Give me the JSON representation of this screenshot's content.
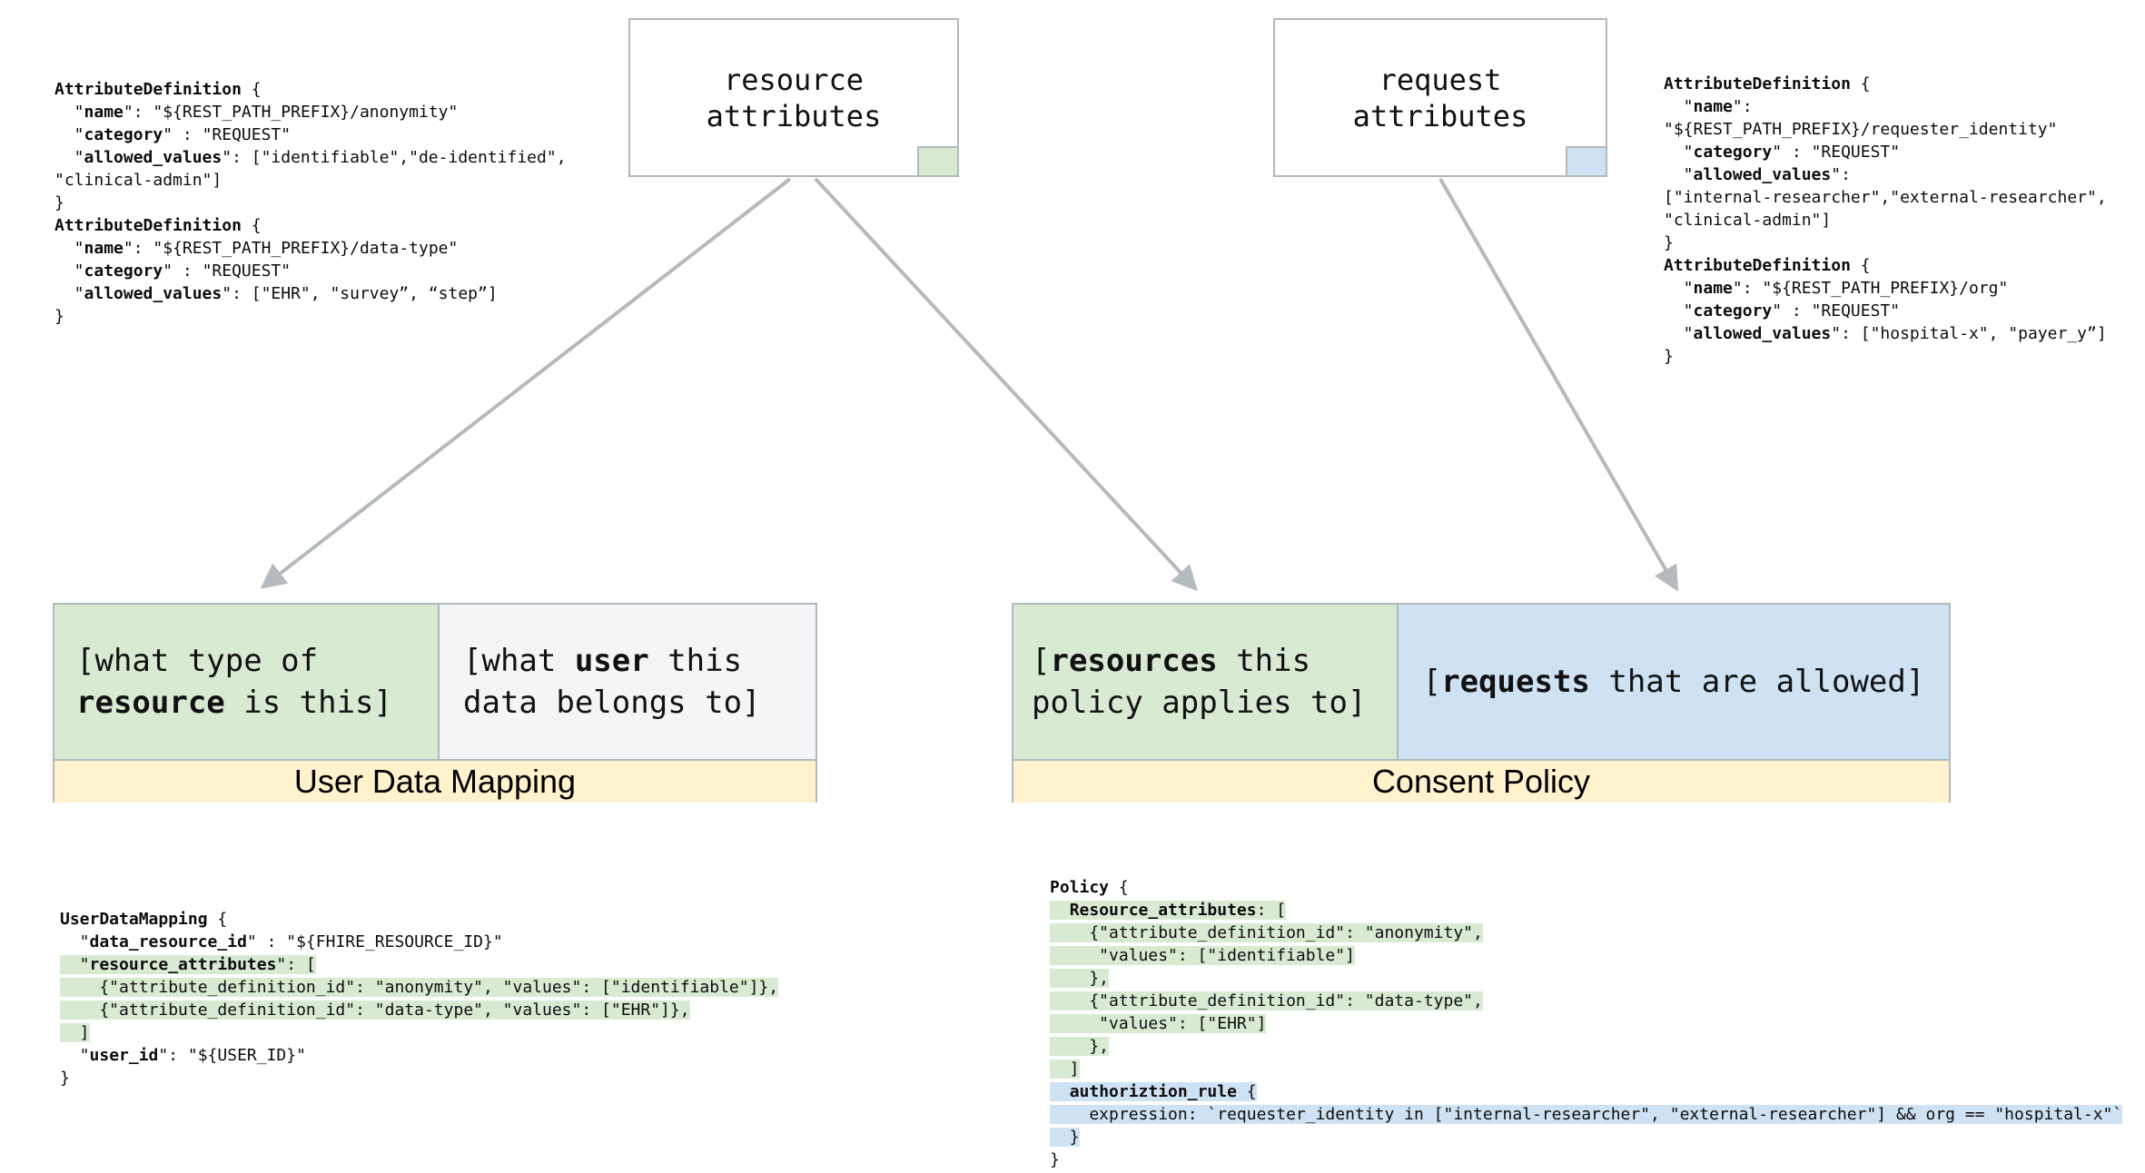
{
  "colors": {
    "green_fill": "#d9ead3",
    "blue_fill": "#cfe2f3",
    "yellow_fill": "#fff2cc",
    "gray_fill": "#f3f5f7",
    "border_gray": "#b3b9bd",
    "arrow_gray": "#b5babe"
  },
  "resource_box": {
    "label": "resource\nattributes"
  },
  "request_box": {
    "label": "request\nattributes"
  },
  "code_top_left": {
    "lines": [
      {
        "seg": [
          {
            "t": "AttributeDefinition",
            "b": true
          },
          {
            "t": " {"
          }
        ]
      },
      {
        "seg": [
          {
            "t": "  \""
          },
          {
            "t": "name",
            "b": true
          },
          {
            "t": "\": \"${REST_PATH_PREFIX}/anonymity\""
          }
        ]
      },
      {
        "seg": [
          {
            "t": "  \""
          },
          {
            "t": "category",
            "b": true
          },
          {
            "t": "\" : \"REQUEST\""
          }
        ]
      },
      {
        "seg": [
          {
            "t": "  \""
          },
          {
            "t": "allowed_values",
            "b": true
          },
          {
            "t": "\": [\"identifiable\",\"de-identified\","
          }
        ]
      },
      {
        "seg": [
          {
            "t": "\"clinical-admin\"]"
          }
        ]
      },
      {
        "seg": [
          {
            "t": "}"
          }
        ]
      },
      {
        "seg": [
          {
            "t": "AttributeDefinition",
            "b": true
          },
          {
            "t": " {"
          }
        ]
      },
      {
        "seg": [
          {
            "t": "  \""
          },
          {
            "t": "name",
            "b": true
          },
          {
            "t": "\": \"${REST_PATH_PREFIX}/data-type\""
          }
        ]
      },
      {
        "seg": [
          {
            "t": "  \""
          },
          {
            "t": "category",
            "b": true
          },
          {
            "t": "\" : \"REQUEST\""
          }
        ]
      },
      {
        "seg": [
          {
            "t": "  \""
          },
          {
            "t": "allowed_values",
            "b": true
          },
          {
            "t": "\": [\"EHR\", \"survey”, “step”]"
          }
        ]
      },
      {
        "seg": [
          {
            "t": "}"
          }
        ]
      }
    ]
  },
  "code_top_right": {
    "lines": [
      {
        "seg": [
          {
            "t": "AttributeDefinition",
            "b": true
          },
          {
            "t": " {"
          }
        ]
      },
      {
        "seg": [
          {
            "t": "  \""
          },
          {
            "t": "name",
            "b": true
          },
          {
            "t": "\":"
          }
        ]
      },
      {
        "seg": [
          {
            "t": "\"${REST_PATH_PREFIX}/requester_identity\""
          }
        ]
      },
      {
        "seg": [
          {
            "t": "  \""
          },
          {
            "t": "category",
            "b": true
          },
          {
            "t": "\" : \"REQUEST\""
          }
        ]
      },
      {
        "seg": [
          {
            "t": "  \""
          },
          {
            "t": "allowed_values",
            "b": true
          },
          {
            "t": "\":"
          }
        ]
      },
      {
        "seg": [
          {
            "t": "[\"internal-researcher\",\"external-researcher\","
          }
        ]
      },
      {
        "seg": [
          {
            "t": "\"clinical-admin\"]"
          }
        ]
      },
      {
        "seg": [
          {
            "t": "}"
          }
        ]
      },
      {
        "seg": [
          {
            "t": "AttributeDefinition",
            "b": true
          },
          {
            "t": " {"
          }
        ]
      },
      {
        "seg": [
          {
            "t": "  \""
          },
          {
            "t": "name",
            "b": true
          },
          {
            "t": "\": \"${REST_PATH_PREFIX}/org\""
          }
        ]
      },
      {
        "seg": [
          {
            "t": "  \""
          },
          {
            "t": "category",
            "b": true
          },
          {
            "t": "\" : \"REQUEST\""
          }
        ]
      },
      {
        "seg": [
          {
            "t": "  \""
          },
          {
            "t": "allowed_values",
            "b": true
          },
          {
            "t": "\": [\"hospital-x\", \"payer_y”]"
          }
        ]
      },
      {
        "seg": [
          {
            "t": "}"
          }
        ]
      }
    ]
  },
  "user_data_mapping": {
    "title": "User Data Mapping",
    "resource_cell": {
      "lines": [
        {
          "seg": [
            {
              "t": "[what type of"
            }
          ]
        },
        {
          "seg": [
            {
              "t": "resource",
              "b": true
            },
            {
              "t": " is this]"
            }
          ]
        }
      ]
    },
    "user_cell": {
      "lines": [
        {
          "seg": [
            {
              "t": "[what "
            },
            {
              "t": "user",
              "b": true
            },
            {
              "t": " this"
            }
          ]
        },
        {
          "seg": [
            {
              "t": "data belongs to]"
            }
          ]
        }
      ]
    }
  },
  "consent_policy": {
    "title": "Consent Policy",
    "resources_cell": {
      "lines": [
        {
          "seg": [
            {
              "t": "["
            },
            {
              "t": "resources",
              "b": true
            },
            {
              "t": " this"
            }
          ]
        },
        {
          "seg": [
            {
              "t": "policy applies to]"
            }
          ]
        }
      ]
    },
    "requests_cell": {
      "lines": [
        {
          "seg": [
            {
              "t": "["
            },
            {
              "t": "requests",
              "b": true
            },
            {
              "t": " that are allowed]"
            }
          ]
        }
      ]
    }
  },
  "code_bottom_left": {
    "lines": [
      {
        "seg": [
          {
            "t": "UserDataMapping",
            "b": true
          },
          {
            "t": " {"
          }
        ]
      },
      {
        "seg": [
          {
            "t": "  \""
          },
          {
            "t": "data_resource_id",
            "b": true
          },
          {
            "t": "\" : \"${FHIRE_RESOURCE_ID}\""
          }
        ]
      },
      {
        "hl": "green",
        "seg": [
          {
            "t": "  \""
          },
          {
            "t": "resource_attributes",
            "b": true
          },
          {
            "t": "\": ["
          }
        ]
      },
      {
        "hl": "green",
        "seg": [
          {
            "t": "    {\"attribute_definition_id\": \"anonymity\", \"values\": [\"identifiable\"]},"
          }
        ]
      },
      {
        "hl": "green",
        "seg": [
          {
            "t": "    {\"attribute_definition_id\": \"data-type\", \"values\": [\"EHR\"]},"
          }
        ]
      },
      {
        "hl": "green",
        "seg": [
          {
            "t": "  ]"
          }
        ]
      },
      {
        "seg": [
          {
            "t": "  \""
          },
          {
            "t": "user_id",
            "b": true
          },
          {
            "t": "\": \"${USER_ID}\""
          }
        ]
      },
      {
        "seg": [
          {
            "t": "}"
          }
        ]
      }
    ]
  },
  "code_bottom_right": {
    "lines": [
      {
        "seg": [
          {
            "t": "Policy",
            "b": true
          },
          {
            "t": " {"
          }
        ]
      },
      {
        "hl": "green",
        "seg": [
          {
            "t": "  "
          },
          {
            "t": "Resource_attributes",
            "b": true
          },
          {
            "t": ": ["
          }
        ]
      },
      {
        "hl": "green",
        "seg": [
          {
            "t": "    {\"attribute_definition_id\": \"anonymity\","
          }
        ]
      },
      {
        "hl": "green",
        "seg": [
          {
            "t": "     \"values\": [\"identifiable\"]"
          }
        ]
      },
      {
        "hl": "green",
        "seg": [
          {
            "t": "    },"
          }
        ]
      },
      {
        "hl": "green",
        "seg": [
          {
            "t": "    {\"attribute_definition_id\": \"data-type\","
          }
        ]
      },
      {
        "hl": "green",
        "seg": [
          {
            "t": "     \"values\": [\"EHR\"]"
          }
        ]
      },
      {
        "hl": "green",
        "seg": [
          {
            "t": "    },"
          }
        ]
      },
      {
        "hl": "green",
        "seg": [
          {
            "t": "  ]"
          }
        ]
      },
      {
        "hl": "blue",
        "seg": [
          {
            "t": "  "
          },
          {
            "t": "authoriztion_rule",
            "b": true
          },
          {
            "t": " {"
          }
        ]
      },
      {
        "hl": "blue",
        "seg": [
          {
            "t": "    expression: `requester_identity in [\"internal-researcher\", \"external-researcher\"] && org == \"hospital-x\"`"
          }
        ]
      },
      {
        "hl": "blue",
        "seg": [
          {
            "t": "  }"
          }
        ]
      },
      {
        "seg": [
          {
            "t": "}"
          }
        ]
      }
    ]
  }
}
